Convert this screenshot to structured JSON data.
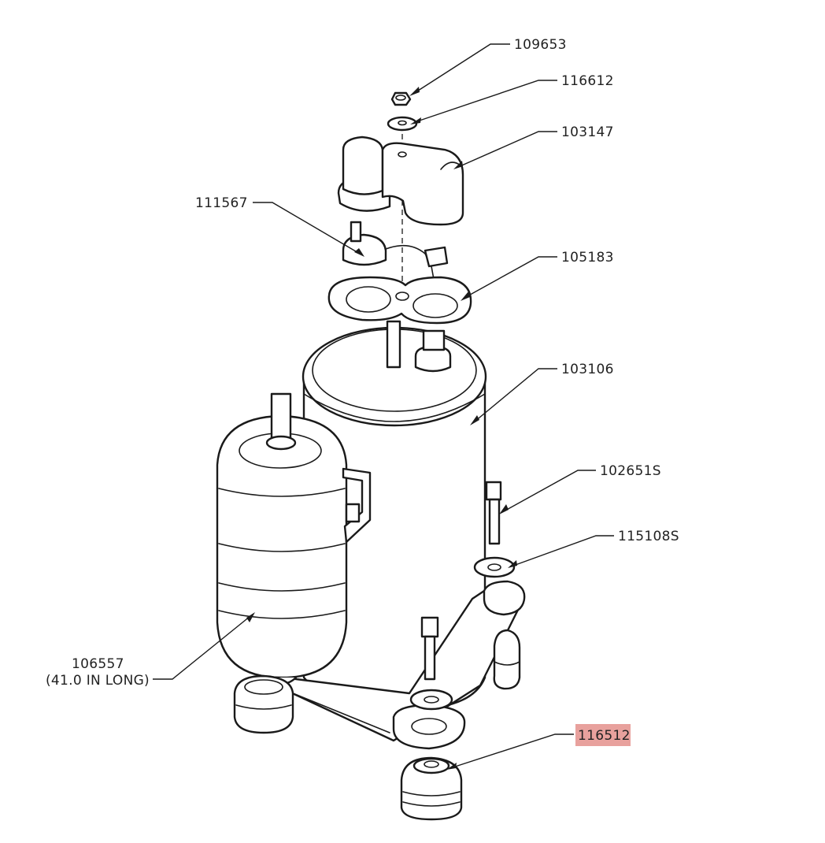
{
  "diagram": {
    "callouts": [
      {
        "id": "c1",
        "label": "109653"
      },
      {
        "id": "c2",
        "label": "116612"
      },
      {
        "id": "c3",
        "label": "103147"
      },
      {
        "id": "c4",
        "label": "111567"
      },
      {
        "id": "c5",
        "label": "105183"
      },
      {
        "id": "c6",
        "label": "103106"
      },
      {
        "id": "c7",
        "label": "102651S"
      },
      {
        "id": "c8",
        "label": "115108S"
      },
      {
        "id": "c9",
        "label": "106557",
        "note": "(41.0 IN LONG)"
      },
      {
        "id": "c10",
        "label": "116512",
        "highlighted": true
      }
    ],
    "highlight_color": "#e8a19d"
  }
}
